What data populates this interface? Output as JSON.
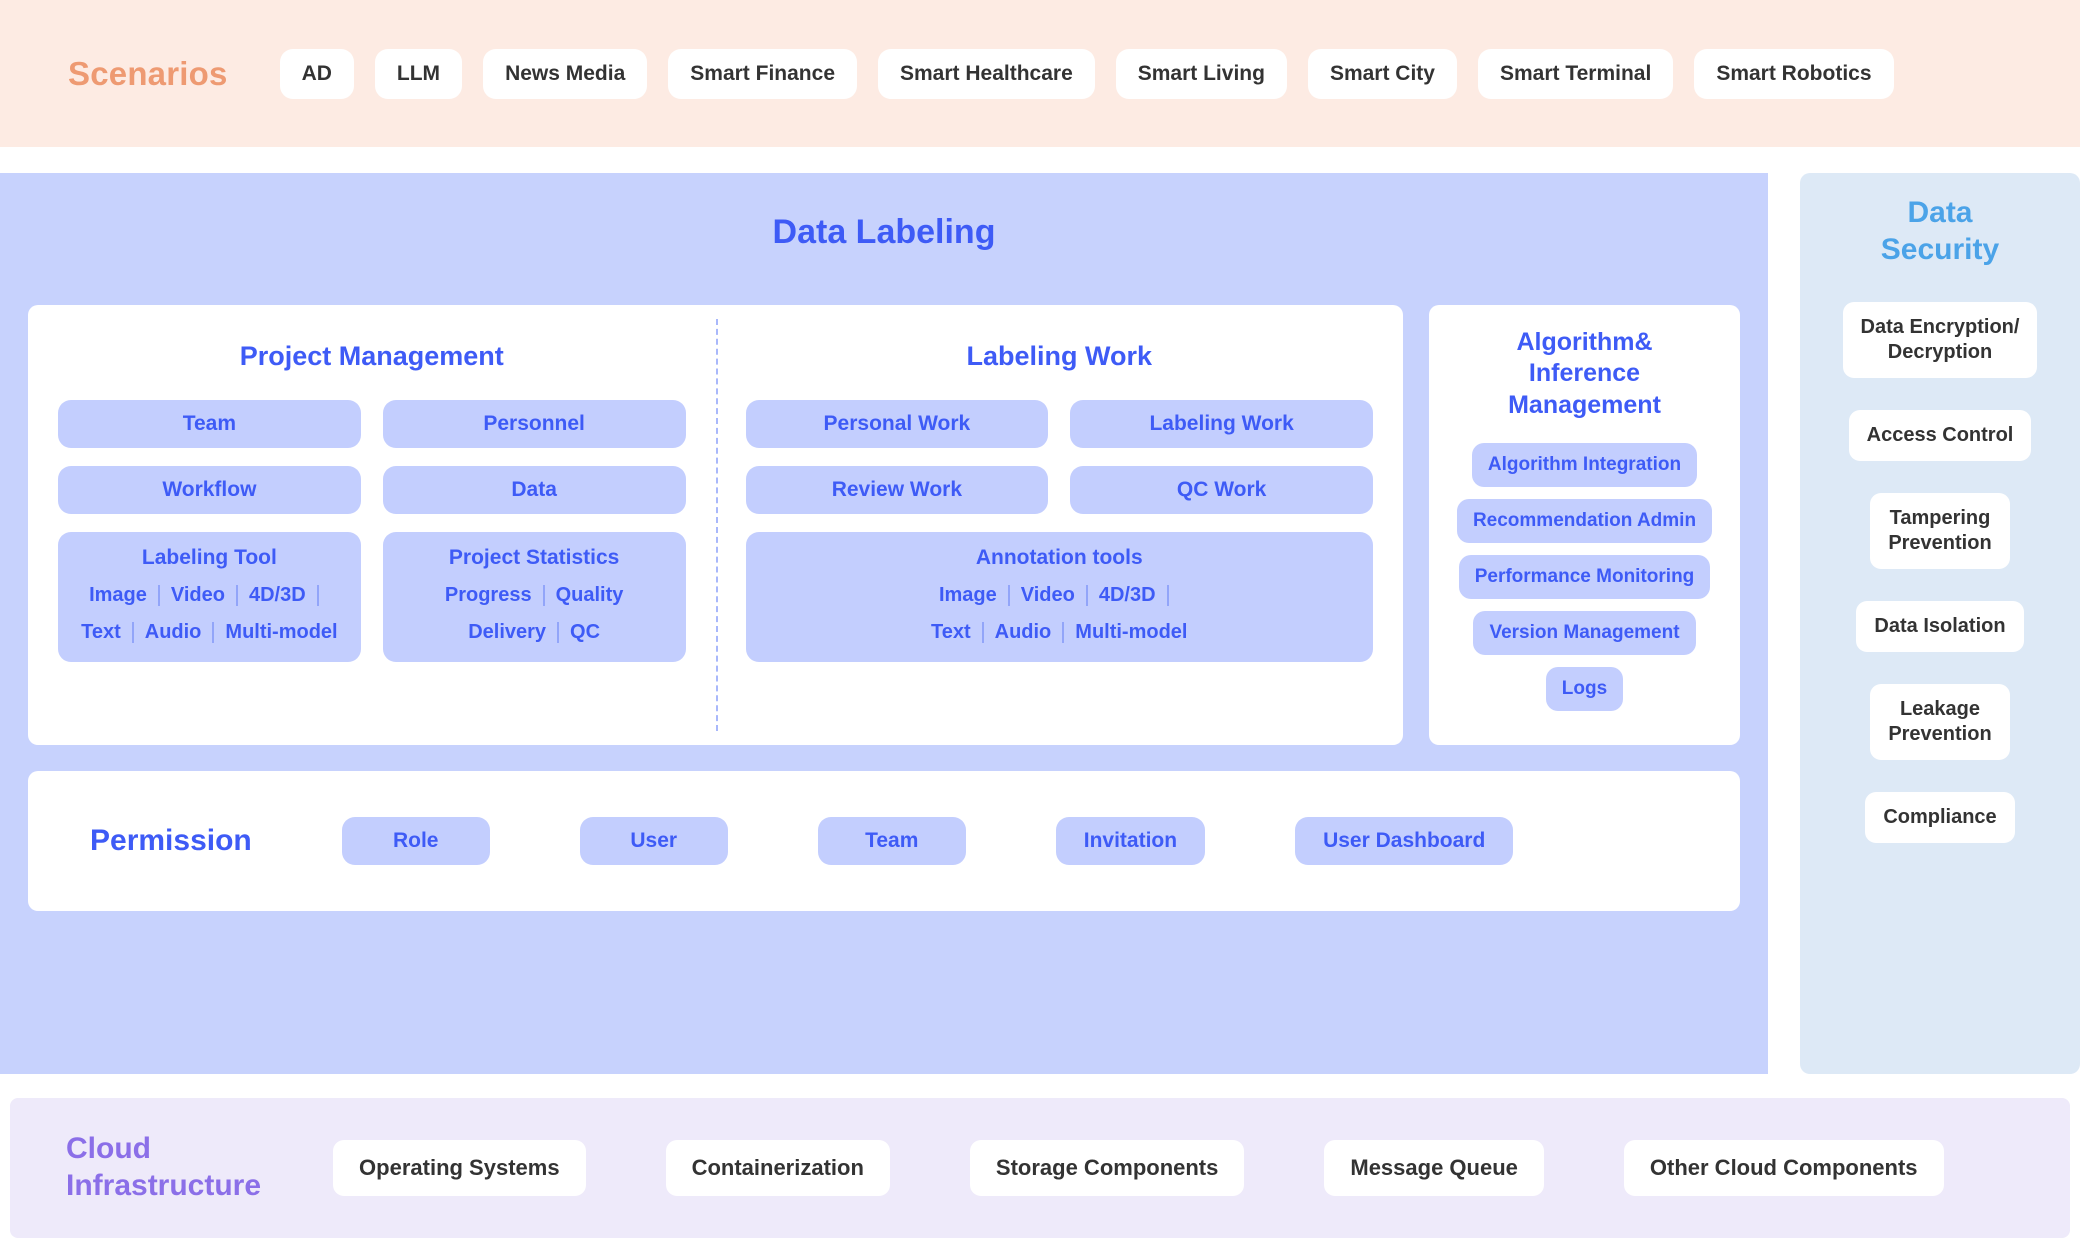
{
  "scenarios": {
    "title": "Scenarios",
    "items": [
      {
        "label": "AD"
      },
      {
        "label": "LLM"
      },
      {
        "label": "News Media"
      },
      {
        "label": "Smart Finance"
      },
      {
        "label": "Smart  Healthcare"
      },
      {
        "label": "Smart Living"
      },
      {
        "label": "Smart City"
      },
      {
        "label": "Smart Terminal"
      },
      {
        "label": "Smart Robotics"
      }
    ]
  },
  "data_labeling": {
    "title": "Data Labeling",
    "project_management": {
      "title": "Project Management",
      "pills": [
        {
          "label": "Team"
        },
        {
          "label": "Personnel"
        },
        {
          "label": "Workflow"
        },
        {
          "label": "Data"
        }
      ],
      "labeling_tool": {
        "title": "Labeling Tool",
        "row1": [
          "Image",
          "Video",
          "4D/3D",
          ""
        ],
        "row2": [
          "Text",
          "Audio",
          "Multi-model"
        ]
      },
      "project_statistics": {
        "title": "Project Statistics",
        "row1": [
          "Progress",
          "Quality"
        ],
        "row2": [
          "Delivery",
          "QC"
        ]
      }
    },
    "labeling_work": {
      "title": "Labeling Work",
      "pills": [
        {
          "label": "Personal Work"
        },
        {
          "label": "Labeling Work"
        },
        {
          "label": "Review Work"
        },
        {
          "label": "QC Work"
        }
      ],
      "annotation_tools": {
        "title": "Annotation tools",
        "row1": [
          "Image",
          "Video",
          "4D/3D",
          ""
        ],
        "row2": [
          "Text",
          "Audio",
          "Multi-model"
        ]
      }
    },
    "algorithm_inference": {
      "title": "Algorithm&\nInference\nManagement",
      "items": [
        {
          "label": "Algorithm Integration"
        },
        {
          "label": "Recommendation Admin"
        },
        {
          "label": "Performance Monitoring"
        },
        {
          "label": "Version Management"
        },
        {
          "label": "Logs"
        }
      ]
    },
    "permission": {
      "title": "Permission",
      "items": [
        {
          "label": "Role"
        },
        {
          "label": "User"
        },
        {
          "label": "Team"
        },
        {
          "label": "Invitation"
        },
        {
          "label": "User Dashboard"
        }
      ]
    }
  },
  "data_security": {
    "title": "Data\nSecurity",
    "items": [
      {
        "label": "Data Encryption/\nDecryption"
      },
      {
        "label": "Access Control"
      },
      {
        "label": "Tampering\nPrevention"
      },
      {
        "label": "Data Isolation"
      },
      {
        "label": "Leakage\nPrevention"
      },
      {
        "label": "Compliance"
      }
    ]
  },
  "cloud_infrastructure": {
    "title": "Cloud\nInfrastructure",
    "items": [
      {
        "label": "Operating Systems"
      },
      {
        "label": "Containerization"
      },
      {
        "label": "Storage Components"
      },
      {
        "label": "Message Queue"
      },
      {
        "label": "Other Cloud Components"
      }
    ]
  },
  "colors": {
    "scenarios_bg": "#FDEBE3",
    "scenarios_accent": "#EE9A72",
    "labeling_panel_bg": "#C7D2FD",
    "labeling_accent": "#3E5BF6",
    "pill_bg": "#C3CEFE",
    "security_bg": "#DDE9F6",
    "security_accent": "#4BA3E8",
    "cloud_bg": "#EEEAFA",
    "cloud_accent": "#8B6FE8"
  }
}
